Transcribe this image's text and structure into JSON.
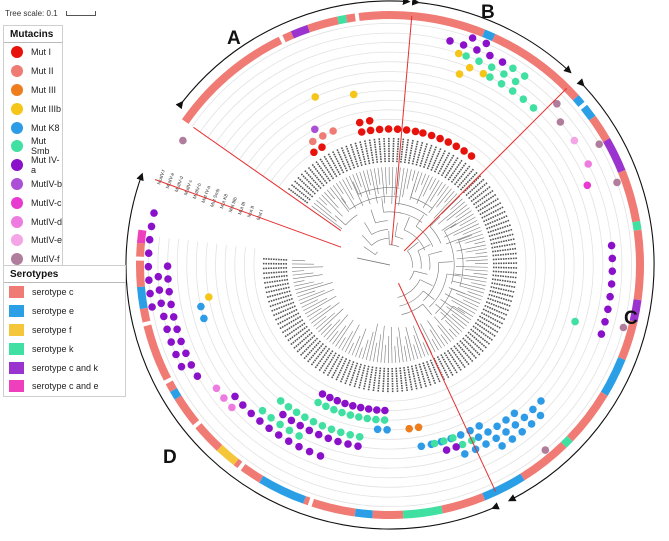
{
  "tree_scale": "Tree scale: 0.1",
  "clades": [
    "A",
    "B",
    "C",
    "D"
  ],
  "mutacins_legend": {
    "title": "Mutacins",
    "items": [
      {
        "label": "Mut I",
        "color": "#e8120c"
      },
      {
        "label": "Mut II",
        "color": "#ee7b74"
      },
      {
        "label": "Mut III",
        "color": "#ee7d1e"
      },
      {
        "label": "Mut IIIb",
        "color": "#f5c518"
      },
      {
        "label": "Mut K8",
        "color": "#2e9be6"
      },
      {
        "label": "Mut Smb",
        "color": "#3fe0a1"
      },
      {
        "label": "Mut IV-a",
        "color": "#8a10c9"
      },
      {
        "label": "MutIV-b",
        "color": "#aa4fd6"
      },
      {
        "label": "MutIV-c",
        "color": "#e83ad1"
      },
      {
        "label": "MutIV-d",
        "color": "#ee7be0"
      },
      {
        "label": "MutIV-e",
        "color": "#f3a5e6"
      },
      {
        "label": "MutIV-f",
        "color": "#b07d9c"
      }
    ]
  },
  "serotypes_legend": {
    "title": "Serotypes",
    "items": [
      {
        "label": "serotype c",
        "color": "#f07a74"
      },
      {
        "label": "serotype e",
        "color": "#2b9fe6"
      },
      {
        "label": "serotype f",
        "color": "#f5c53a"
      },
      {
        "label": "serotype k",
        "color": "#3fe0a1"
      },
      {
        "label": "serotype c and k",
        "color": "#9b34cf"
      },
      {
        "label": "serotype c and e",
        "color": "#ee3fbd"
      }
    ]
  },
  "ring_headers": [
    "Mut I",
    "Mut II",
    "Mut III",
    "Mut IIIb",
    "Mut K8",
    "Mut Smb",
    "Mut IV-a",
    "MutIV-b",
    "MutIV-c",
    "MutIV-d",
    "MutIV-e",
    "MutIV-f"
  ]
}
